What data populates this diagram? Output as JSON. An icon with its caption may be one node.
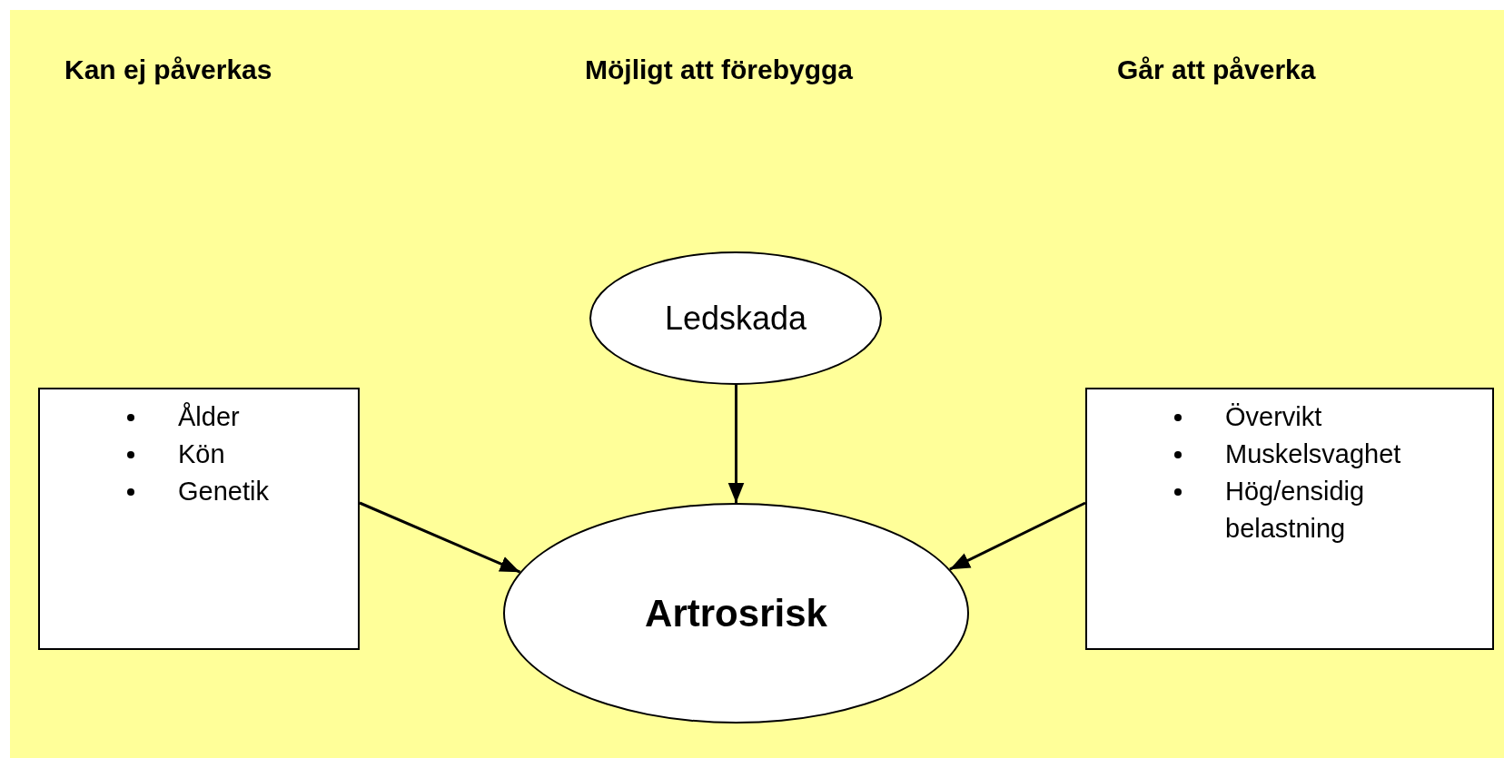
{
  "diagram": {
    "nodes": [
      {
        "text": [
          "Ledskada"
        ]
      },
      {
        "text": [
          "Ålder",
          "Kön",
          "Genetik"
        ]
      },
      {
        "text": [
          "Övervikt",
          "Muskelsvaghet",
          "Hög/ensidig belastning"
        ]
      },
      {
        "text": [
          "Artrosrisk"
        ]
      }
    ],
    "edges": [
      {
        "from": 0,
        "to": 3,
        "arrow": "to"
      },
      {
        "from": 1,
        "to": 3,
        "arrow": "to"
      },
      {
        "from": 2,
        "to": 3,
        "arrow": "to"
      }
    ],
    "labels": [
      "Kan ej påverkas",
      "Möjligt att förebygga",
      "Går att påverka"
    ]
  }
}
